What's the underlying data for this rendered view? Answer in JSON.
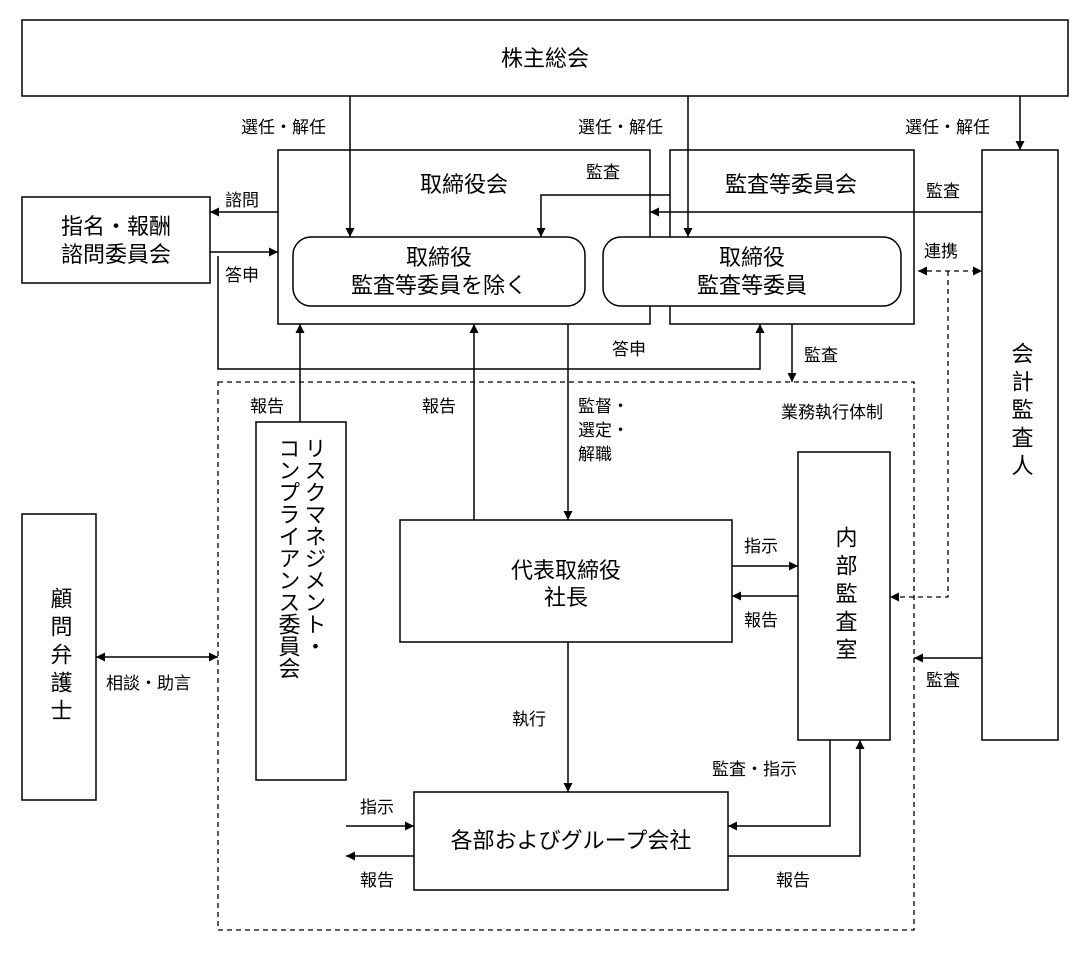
{
  "boxes": {
    "shareholders": "株主総会",
    "board": "取締役会",
    "audit_committee": "監査等委員会",
    "directors_line1": "取締役",
    "directors_line2": "監査等委員を除く",
    "audit_directors_line1": "取締役",
    "audit_directors_line2": "監査等委員",
    "nomination_line1": "指名・報酬",
    "nomination_line2": "諮問委員会",
    "accounting_auditor": "会計監査人",
    "execution_system": "業務執行体制",
    "risk_committee_col1": "リスクマネジメント・",
    "risk_committee_col2": "コンプライアンス委員会",
    "president_line1": "代表取締役",
    "president_line2": "社長",
    "internal_audit": "内部監査室",
    "advisor": "顧問弁護士",
    "departments": "各部およびグループ会社"
  },
  "labels": {
    "elect1": "選任・解任",
    "elect2": "選任・解任",
    "elect3": "選任・解任",
    "audit_board": "監査",
    "audit_from_auditor": "監査",
    "consult": "諮問",
    "report_answer1": "答申",
    "report_answer2": "答申",
    "cooperation": "連携",
    "audit_to_execution": "監査",
    "report_risk": "報告",
    "report_president": "報告",
    "supervise1": "監督・",
    "supervise2": "選定・",
    "supervise3": "解職",
    "instruct_internal": "指示",
    "report_internal": "報告",
    "audit_internal": "監査",
    "consultation": "相談・助言",
    "execute": "執行",
    "audit_instruct": "監査・指示",
    "instruct_risk": "指示",
    "report_dept": "報告",
    "report_internal2": "報告"
  }
}
